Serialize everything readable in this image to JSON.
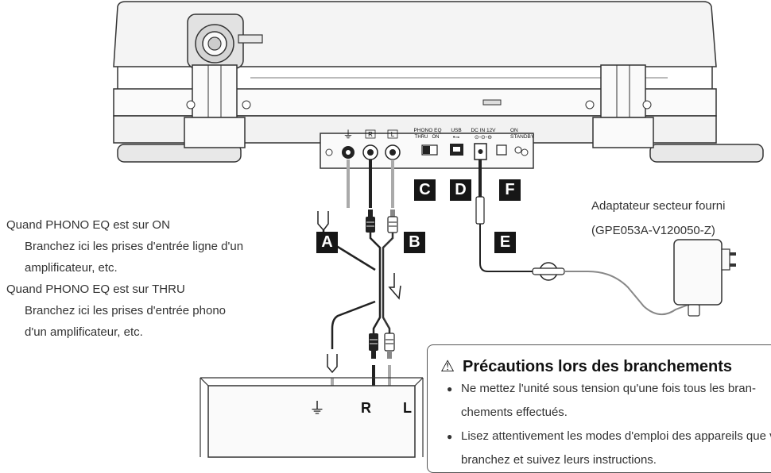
{
  "turntable": {
    "panel_labels": [
      "R",
      "L",
      "PHONO EQ",
      "THRU",
      "ON",
      "USB",
      "DC IN 12V",
      "ON",
      "STANDBY"
    ]
  },
  "badges": {
    "a": "A",
    "b": "B",
    "c": "C",
    "d": "D",
    "e": "E",
    "f": "F"
  },
  "phono_note": {
    "line1": "Quand PHONO EQ est sur ON",
    "line2": "Branchez ici les prises d'entrée ligne d'un",
    "line3": "amplificateur, etc.",
    "line4": "Quand PHONO EQ est sur THRU",
    "line5": "Branchez ici les prises d'entrée phono",
    "line6": "d'un amplificateur, etc."
  },
  "adapter": {
    "line1": "Adaptateur secteur fourni",
    "line2": "(GPE053A-V120050-Z)"
  },
  "amplifier": {
    "label_r": "R",
    "label_l": "L"
  },
  "caution": {
    "title": "Précautions lors des branchements",
    "items": [
      "Ne mettez l'unité sous tension qu'une fois tous les bran-chements effectués.",
      "Lisez attentivement les modes d'emploi des appareils que vous branchez et suivez leurs instructions."
    ]
  }
}
